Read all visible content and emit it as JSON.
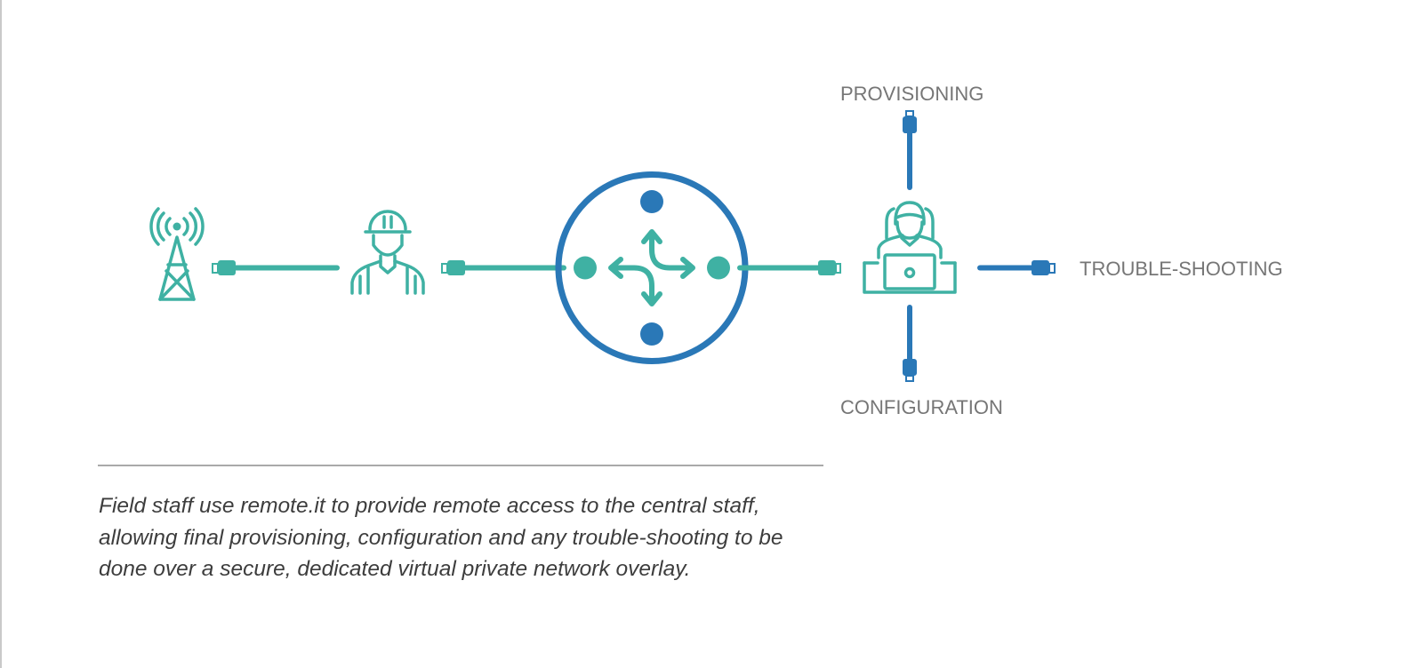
{
  "labels": {
    "provisioning": "PROVISIONING",
    "troubleshooting": "TROUBLE-SHOOTING",
    "configuration": "CONFIGURATION"
  },
  "caption": {
    "lines": [
      "Field staff use remote.it to provide remote access to the central staff,",
      "allowing final provisioning, configuration and any trouble-shooting to be",
      "done over a secure, dedicated virtual private network overlay."
    ]
  },
  "icons": {
    "tower": "cell-tower-icon",
    "field_worker": "field-worker-icon",
    "hub": "router-hub-icon",
    "central_staff": "central-staff-laptop-icon"
  },
  "colors": {
    "teal": "#3fb1a3",
    "blue": "#2a78b7",
    "label_gray": "#767676",
    "caption_text": "#3d3d3d"
  }
}
